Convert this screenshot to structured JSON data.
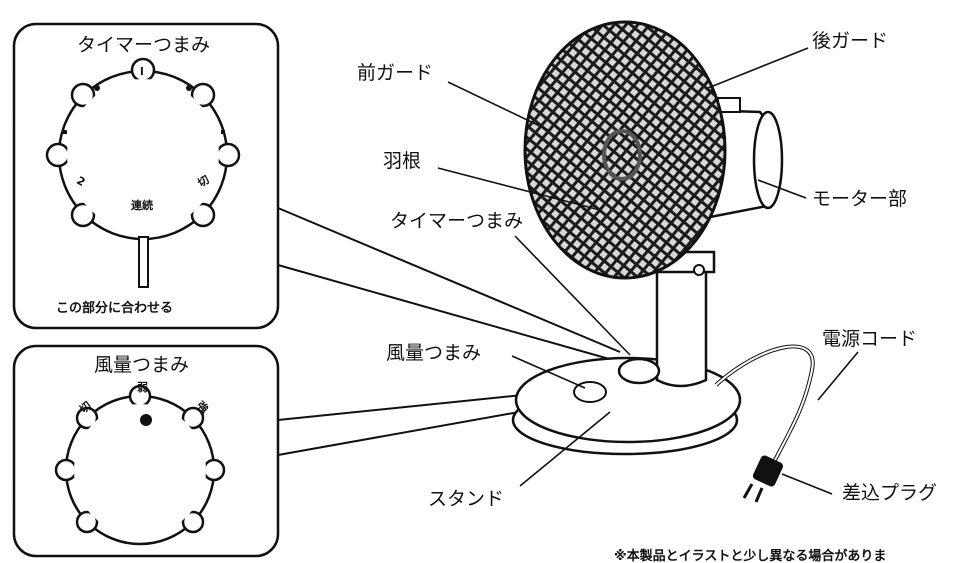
{
  "timer_box": {
    "title": "タイマーつまみ",
    "dial_marks": [
      "l",
      "2",
      "切",
      "連続"
    ],
    "pointer_caption": "この部分に合わせる"
  },
  "wind_box": {
    "title": "風量つまみ",
    "dial_marks": [
      "弱",
      "切",
      "強"
    ]
  },
  "labels": {
    "front_guard": "前ガード",
    "rear_guard": "後ガード",
    "blade": "羽根",
    "motor": "モーター部",
    "timer_knob": "タイマーつまみ",
    "wind_knob": "風量つまみ",
    "power_cord": "電源コード",
    "stand": "スタンド",
    "plug": "差込プラグ"
  },
  "footnote": "※本製品とイラストと少し異なる場合がありま"
}
